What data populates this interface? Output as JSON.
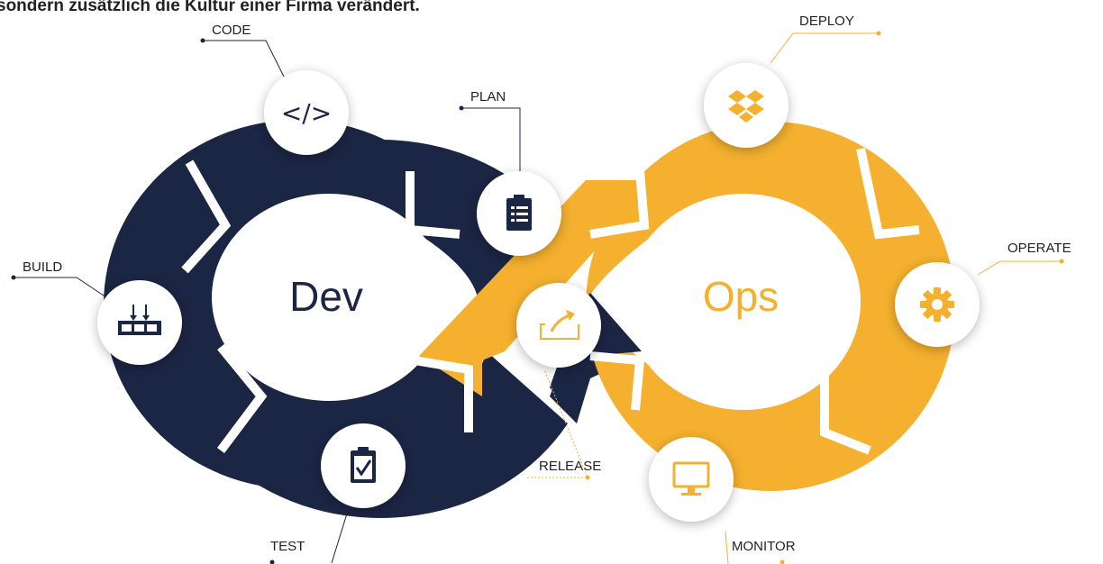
{
  "header": {
    "text": "sondern zusätzlich die Kultur einer Firma verändert."
  },
  "colors": {
    "dev": "#1b2544",
    "ops": "#f4b02e",
    "circle": "#ffffff",
    "text": "#222222",
    "ops_text": "#f4b02e"
  },
  "center": {
    "dev_label": "Dev",
    "ops_label": "Ops"
  },
  "phases": [
    {
      "id": "code",
      "label": "CODE",
      "icon": "code-brackets-icon"
    },
    {
      "id": "plan",
      "label": "PLAN",
      "icon": "clipboard-list-icon"
    },
    {
      "id": "build",
      "label": "BUILD",
      "icon": "build-blocks-icon"
    },
    {
      "id": "test",
      "label": "TEST",
      "icon": "clipboard-check-icon"
    },
    {
      "id": "release",
      "label": "RELEASE",
      "icon": "release-arrow-icon"
    },
    {
      "id": "deploy",
      "label": "DEPLOY",
      "icon": "dropbox-icon"
    },
    {
      "id": "operate",
      "label": "OPERATE",
      "icon": "gear-icon"
    },
    {
      "id": "monitor",
      "label": "MONITOR",
      "icon": "monitor-icon"
    }
  ],
  "code_icon_text": "</>"
}
